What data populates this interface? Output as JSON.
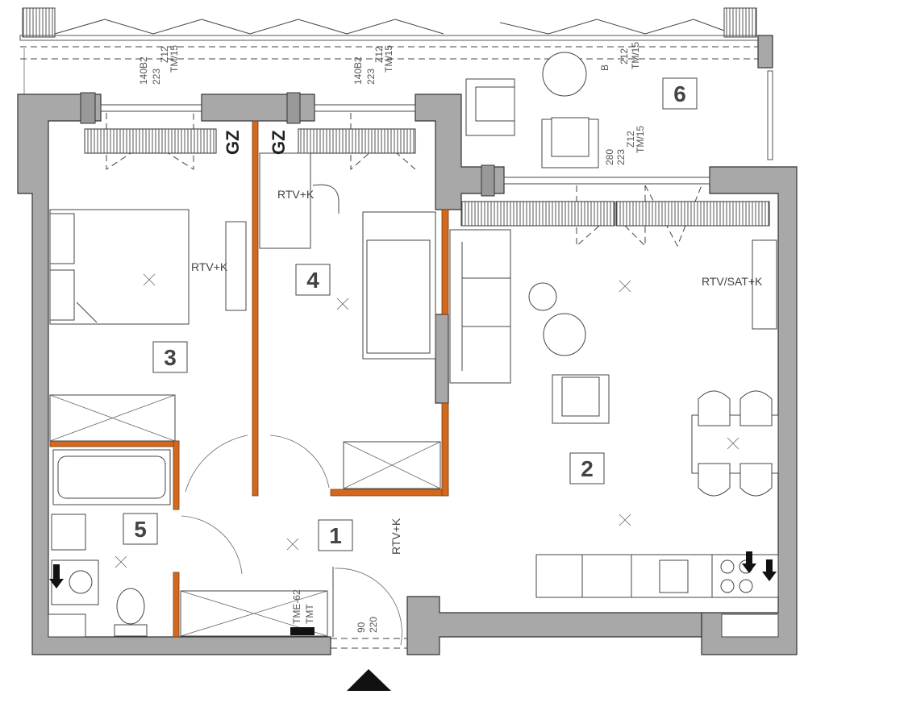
{
  "rooms": [
    {
      "number": "1"
    },
    {
      "number": "2"
    },
    {
      "number": "3"
    },
    {
      "number": "4"
    },
    {
      "number": "5"
    },
    {
      "number": "6"
    }
  ],
  "labels": {
    "gz": "GZ",
    "rtv_k": "RTV+K",
    "rtv_sat_k": "RTV/SAT+K",
    "tme": "TME-62",
    "tmt": "TMT"
  },
  "windows": [
    {
      "w": "140",
      "type": "B2",
      "h": "223",
      "code": "Z12",
      "tm": "TM/15"
    },
    {
      "w": "140",
      "type": "B2",
      "h": "223",
      "code": "Z12",
      "tm": "TM/15"
    },
    {
      "type": "B",
      "h": "212",
      "tm": "TM/15"
    },
    {
      "w": "280",
      "h": "223",
      "code": "Z12",
      "tm": "TM/15"
    }
  ],
  "entrance_door": {
    "width": "90",
    "height": "220"
  },
  "colors": {
    "wall": "#a8a8a8",
    "partition": "#d2691e"
  }
}
